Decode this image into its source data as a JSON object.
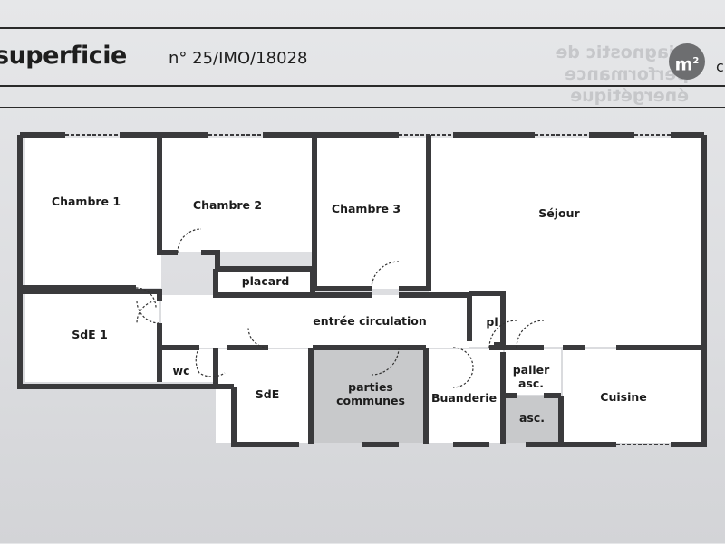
{
  "header": {
    "title": "superficie",
    "reference": "n° 25/IMO/18028",
    "background_text_line1": "Diagnostic de performance",
    "background_text_line2": "énergétique",
    "logo_text": "m",
    "logo_sup": "2",
    "logo_trailing": "c"
  },
  "plan": {
    "rooms": [
      {
        "id": "chambre-1",
        "label": "Chambre 1"
      },
      {
        "id": "chambre-2",
        "label": "Chambre 2"
      },
      {
        "id": "chambre-3",
        "label": "Chambre 3"
      },
      {
        "id": "sejour",
        "label": "Séjour"
      },
      {
        "id": "placard",
        "label": "placard"
      },
      {
        "id": "entree",
        "label": "entrée circulation"
      },
      {
        "id": "pl",
        "label": "pl"
      },
      {
        "id": "sde-1",
        "label": "SdE 1"
      },
      {
        "id": "wc",
        "label": "wc"
      },
      {
        "id": "sde",
        "label": "SdE"
      },
      {
        "id": "parties-communes",
        "label": "parties\ncommunes"
      },
      {
        "id": "buanderie",
        "label": "Buanderie"
      },
      {
        "id": "palier",
        "label": "palier\nasc."
      },
      {
        "id": "asc",
        "label": "asc."
      },
      {
        "id": "cuisine",
        "label": "Cuisine"
      }
    ]
  },
  "colors": {
    "paper": "#e2e3e5",
    "room_fill": "#ffffff",
    "common_fill": "#c8c9cb",
    "wall": "#3a3a3c",
    "logo": "#6d6e70"
  }
}
